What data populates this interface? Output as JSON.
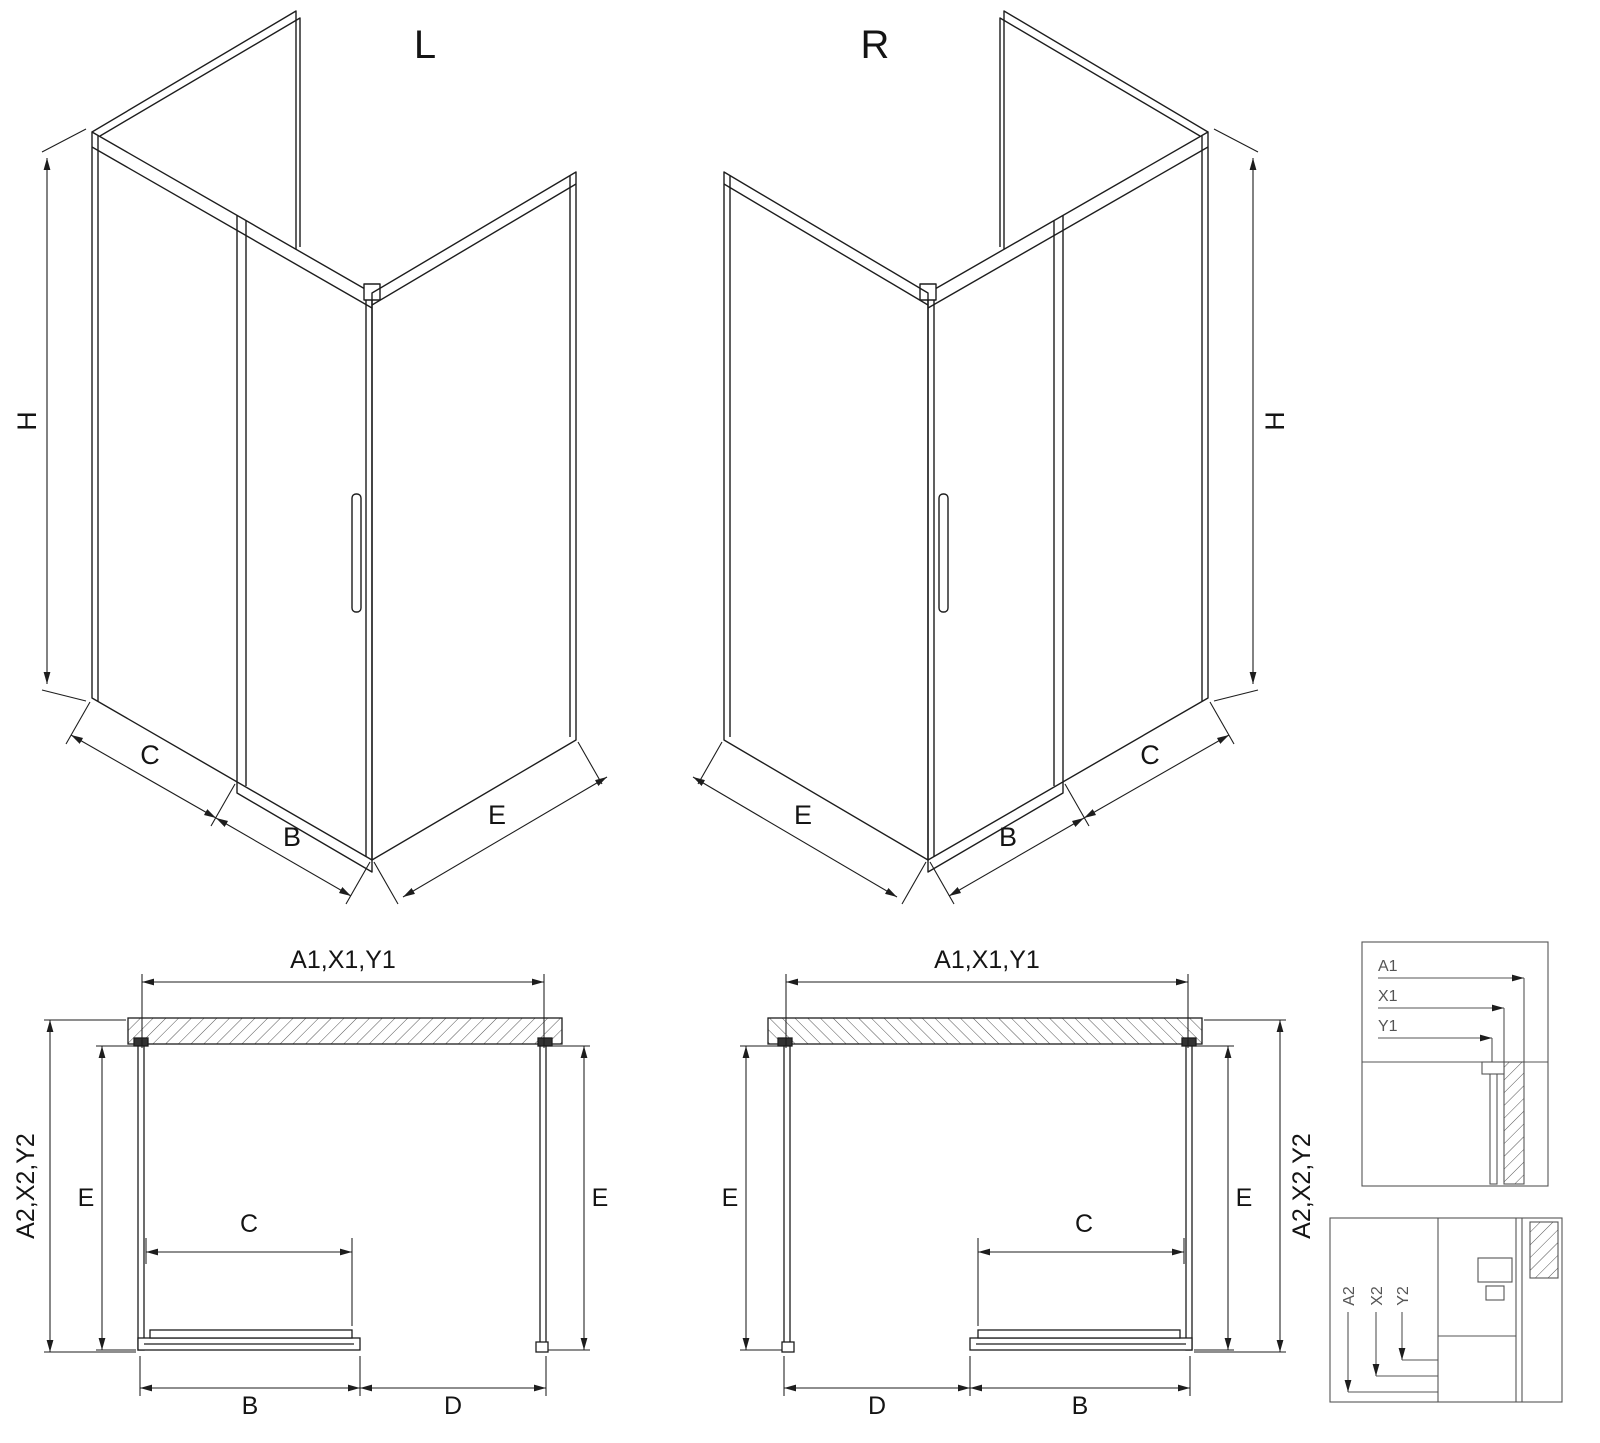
{
  "drawing": {
    "colors": {
      "background": "#ffffff",
      "line": "#1d1d1d",
      "detail_line": "#555555"
    },
    "iso_left": {
      "label": "L",
      "dim_h": "H",
      "dim_c": "C",
      "dim_b": "B",
      "dim_e": "E"
    },
    "iso_right": {
      "label": "R",
      "dim_h": "H",
      "dim_c": "C",
      "dim_b": "B",
      "dim_e": "E"
    },
    "plan_left": {
      "dim_top": "A1,X1,Y1",
      "dim_side": "A2,X2,Y2",
      "dim_e_left": "E",
      "dim_e_right": "E",
      "dim_c": "C",
      "dim_b": "B",
      "dim_d": "D"
    },
    "plan_right": {
      "dim_top": "A1,X1,Y1",
      "dim_side": "A2,X2,Y2",
      "dim_e_left": "E",
      "dim_e_right": "E",
      "dim_c": "C",
      "dim_b": "B",
      "dim_d": "D"
    },
    "detail_top": {
      "dim_a1": "A1",
      "dim_x1": "X1",
      "dim_y1": "Y1"
    },
    "detail_bottom": {
      "dim_a2": "A2",
      "dim_x2": "X2",
      "dim_y2": "Y2"
    }
  }
}
